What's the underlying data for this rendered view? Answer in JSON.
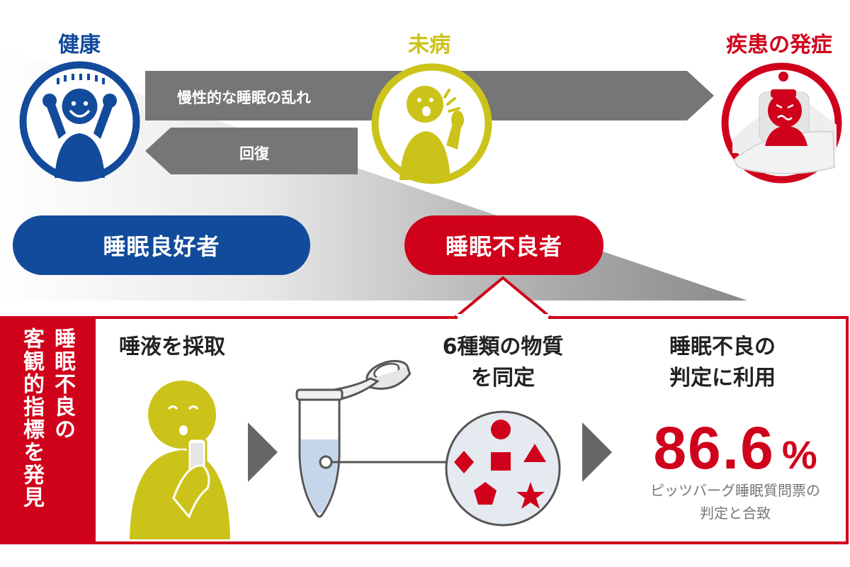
{
  "stages": {
    "healthy": "健康",
    "presymptomatic": "未病",
    "disease_onset": "疾患の発症"
  },
  "arrows": {
    "forward": "慢性的な睡眠の乱れ",
    "back": "回復"
  },
  "groups": {
    "good_sleepers": "睡眠良好者",
    "poor_sleepers": "睡眠不良者"
  },
  "panel": {
    "side_title_line1": "睡眠不良の",
    "side_title_line2": "客観的指標を発見",
    "step1": "唾液を採取",
    "step2_line1": "6種類の物質",
    "step2_line2": "を同定",
    "step3_line1": "睡眠不良の",
    "step3_line2": "判定に利用",
    "result_value": "86.6",
    "result_unit": "%",
    "note_line1": "ピッツバーグ睡眠質問票の",
    "note_line2": "判定と合致"
  },
  "colors": {
    "blue": "#124b9b",
    "yellow": "#cbc31a",
    "red": "#d0021b",
    "gray": "#767676"
  },
  "icons": {
    "healthy": "cheering-person-icon",
    "presymptomatic": "coughing-person-icon",
    "disease": "sick-in-bed-icon",
    "saliva": "person-with-saliva-tube-icon",
    "tube": "microtube-icon",
    "substances": "molecule-shapes-icon"
  }
}
